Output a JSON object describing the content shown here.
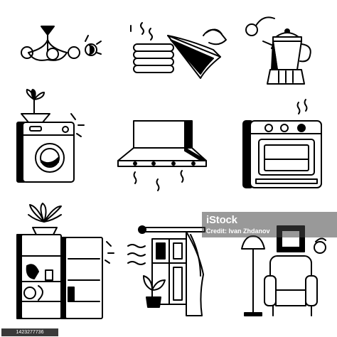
{
  "icons": [
    {
      "name": "chandelier"
    },
    {
      "name": "towels-and-iron"
    },
    {
      "name": "coffee-pot"
    },
    {
      "name": "washing-machine"
    },
    {
      "name": "cooker-hood"
    },
    {
      "name": "oven"
    },
    {
      "name": "refrigerator"
    },
    {
      "name": "window-with-curtain"
    },
    {
      "name": "armchair-with-lamp"
    }
  ],
  "watermark": {
    "logo_text": "iStock",
    "credit": "Credit: Ivan Zhdanov"
  },
  "stock_id": "1423277736",
  "colors": {
    "ink": "#000000",
    "paper": "#ffffff"
  }
}
